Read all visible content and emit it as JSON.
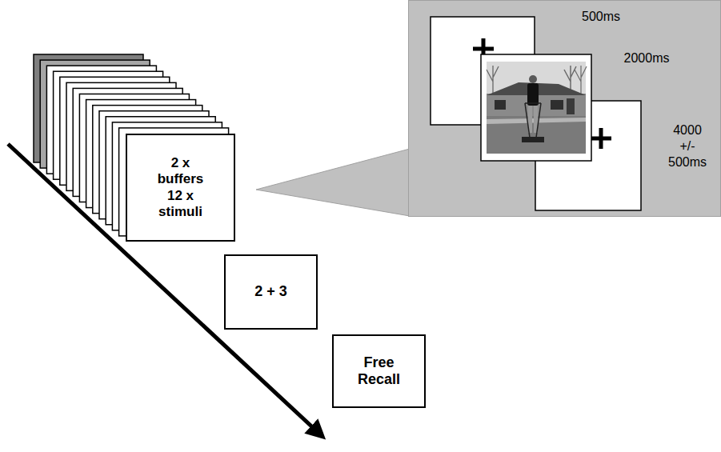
{
  "diagram": {
    "nodes": [
      {
        "text": [
          "2 x buffers 12 x stimuli"
        ]
      },
      {
        "text": [
          "500ms",
          "2000ms",
          "4000 +/- 500ms"
        ]
      },
      {
        "text": [
          "2 + 3"
        ]
      },
      {
        "text": [
          "Free Recall"
        ]
      }
    ]
  }
}
